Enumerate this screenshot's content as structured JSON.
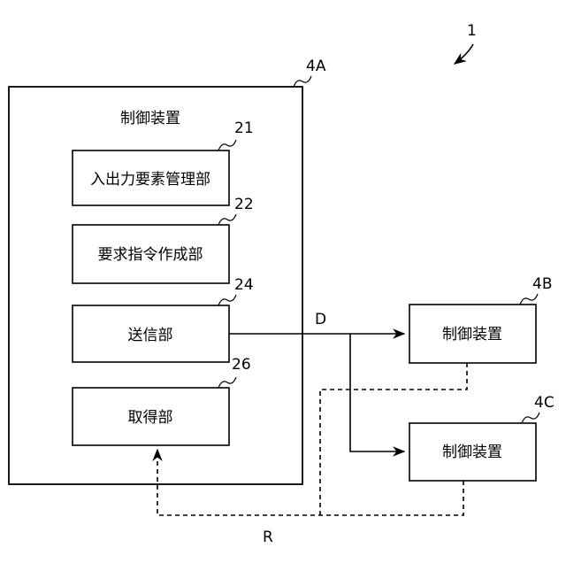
{
  "figure": {
    "system_ref": "1",
    "controllers": {
      "main": {
        "ref": "4A",
        "title": "制御装置"
      },
      "b": {
        "ref": "4B",
        "label": "制御装置"
      },
      "c": {
        "ref": "4C",
        "label": "制御装置"
      }
    },
    "units": [
      {
        "ref": "21",
        "label": "入出力要素管理部"
      },
      {
        "ref": "22",
        "label": "要求指令作成部"
      },
      {
        "ref": "24",
        "label": "送信部"
      },
      {
        "ref": "26",
        "label": "取得部"
      }
    ],
    "signals": {
      "send": "D",
      "response": "R"
    }
  }
}
